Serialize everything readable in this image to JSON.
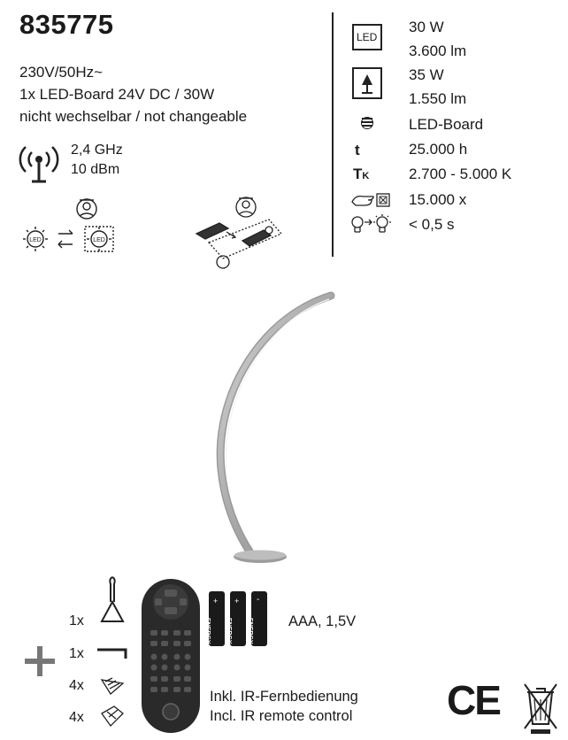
{
  "article_number": "835775",
  "electrical": {
    "line1": "230V/50Hz~",
    "line2": "1x LED-Board 24V DC / 30W",
    "line3": "nicht wechselbar / not changeable"
  },
  "radio": {
    "frequency": "2,4 GHz",
    "power": "10 dBm"
  },
  "icon_labels": {
    "led": "LED"
  },
  "specs": {
    "led_power": "30 W",
    "led_flux": "3.600 lm",
    "lamp_power": "35 W",
    "lamp_flux": "1.550 lm",
    "board_type": "LED-Board",
    "lifetime_symbol": "t",
    "lifetime": "25.000 h",
    "cct_symbol_main": "T",
    "cct_symbol_sub": "K",
    "cct": "2.700 - 5.000 K",
    "switch_cycles": "15.000 x",
    "warmup": "< 0,5 s"
  },
  "accessories": {
    "qty_hook": "1x",
    "qty_allen_key": "1x",
    "qty_screw_a": "4x",
    "qty_screw_b": "4x",
    "battery_brand": "ENERGY",
    "battery_plus": "+",
    "battery_minus": "-",
    "batteries": "AAA, 1,5V",
    "remote_de": "Inkl. IR-Fernbedienung",
    "remote_en": "Incl. IR remote control"
  },
  "marks": {
    "ce": "CE"
  }
}
